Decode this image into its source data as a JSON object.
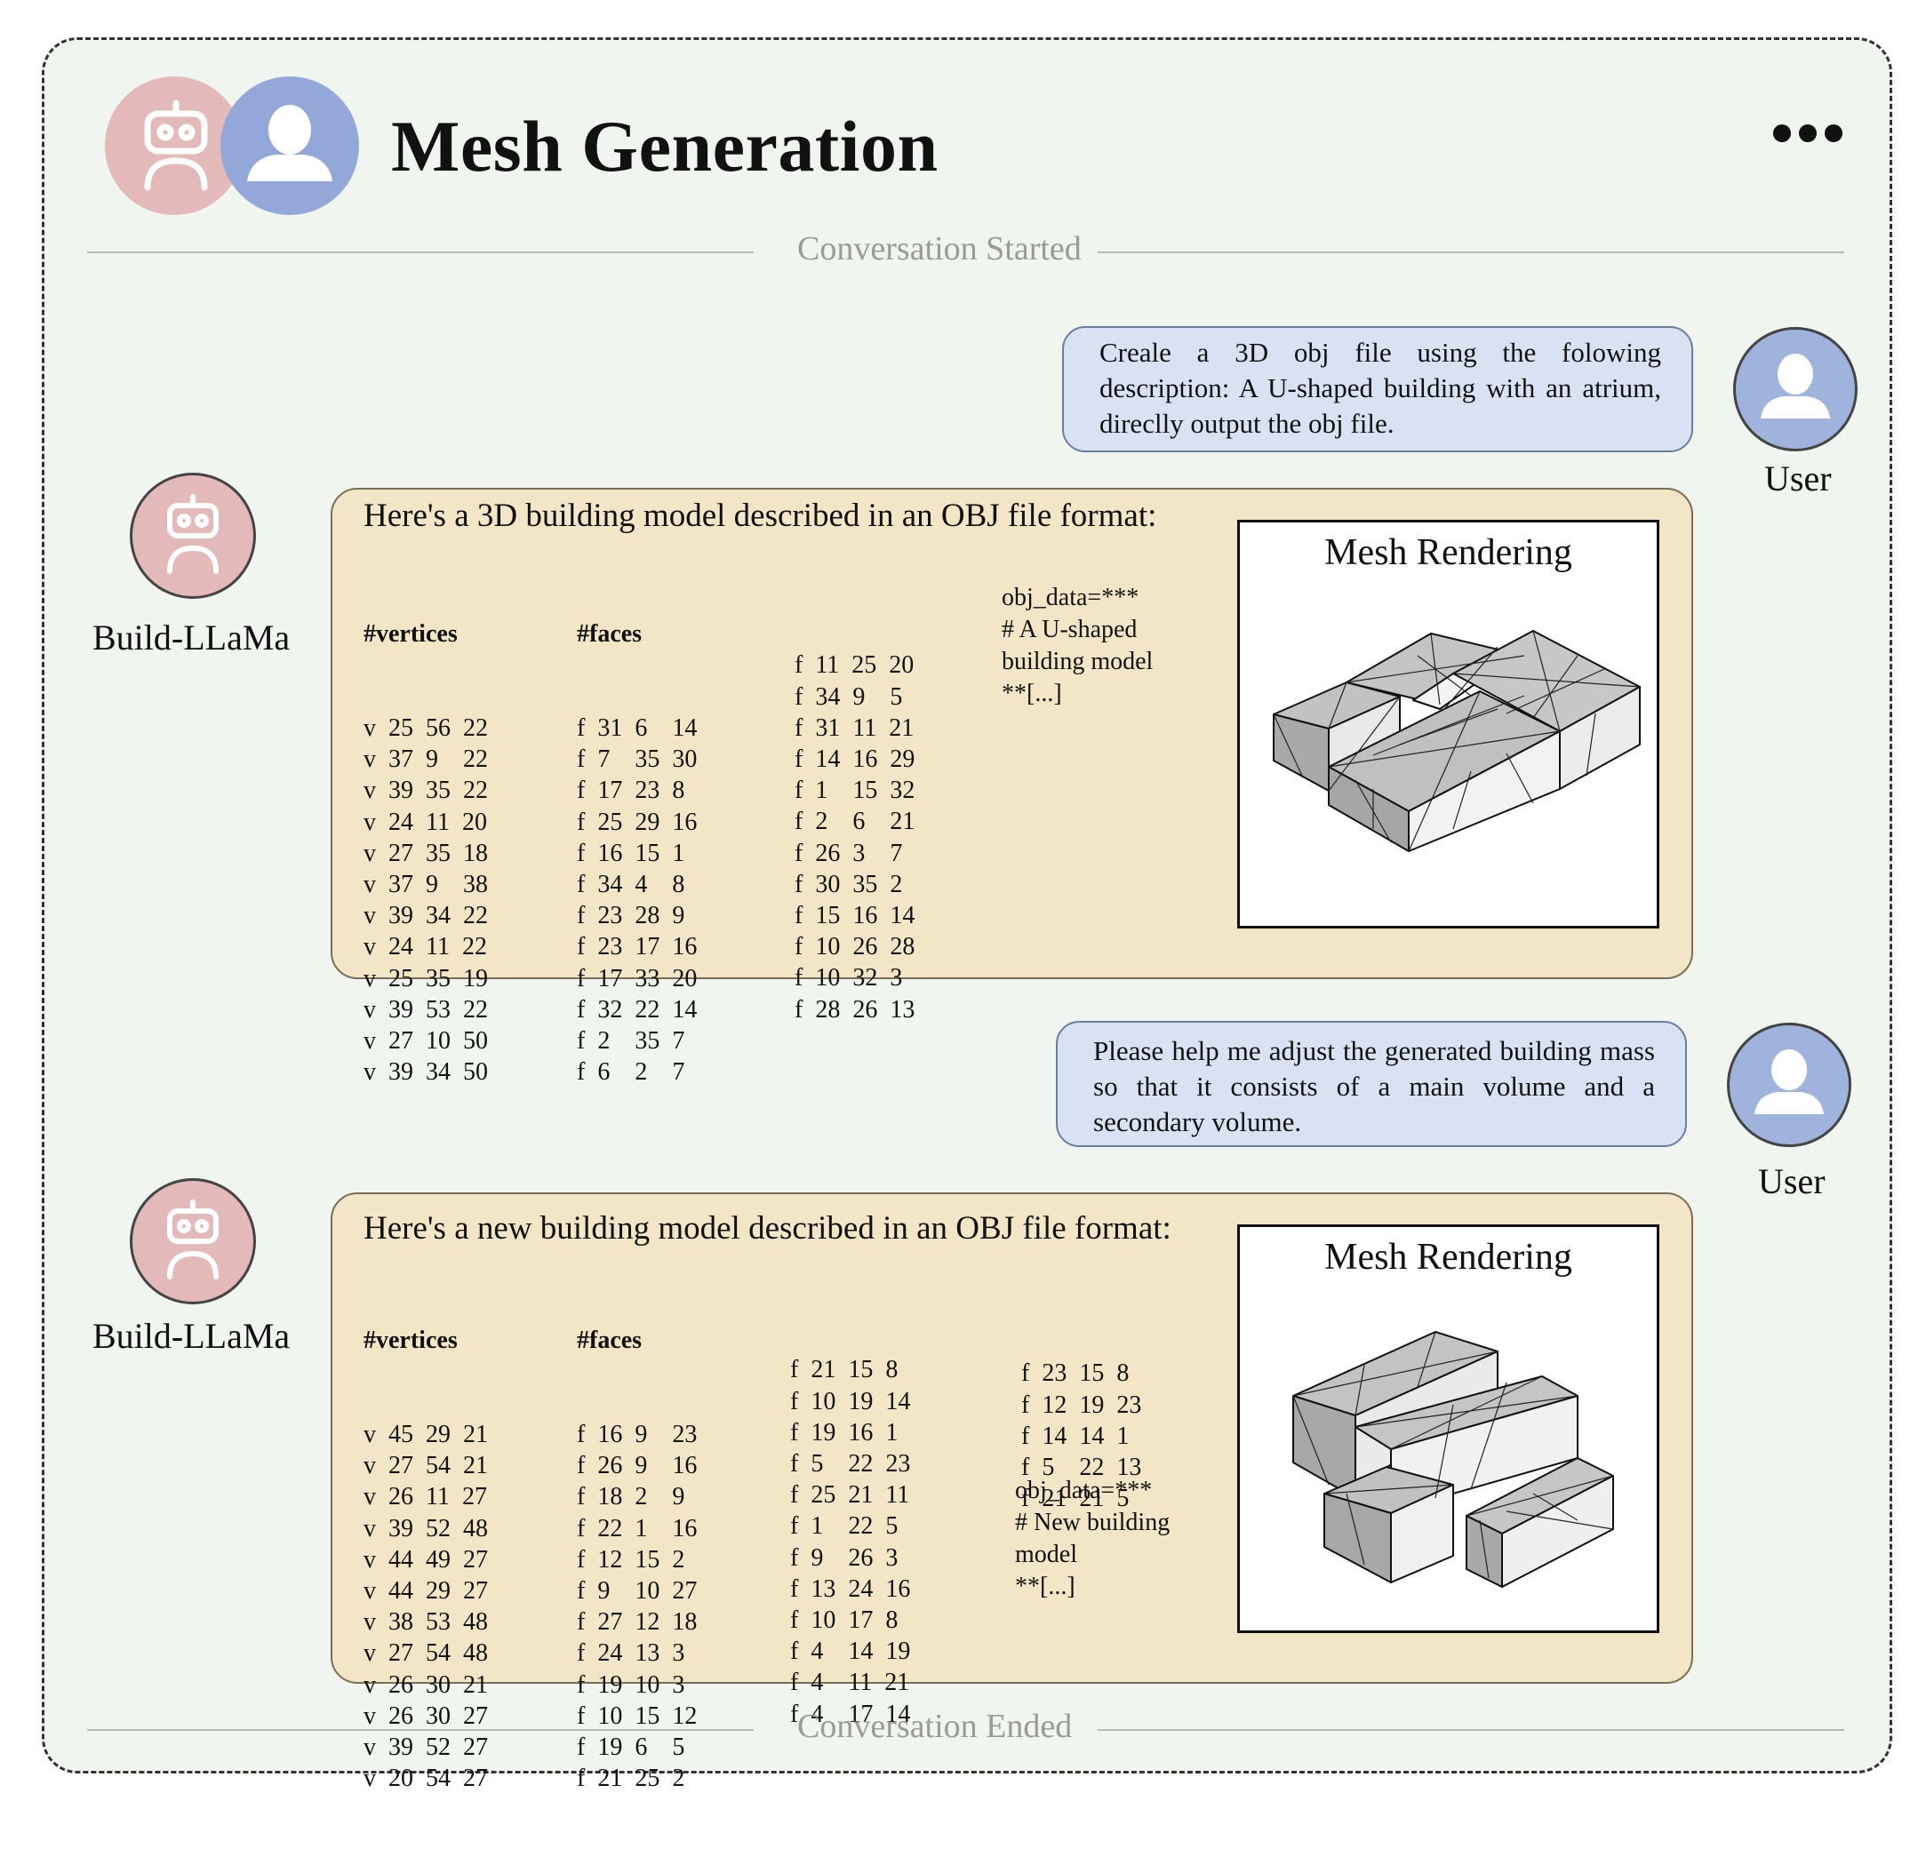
{
  "header": {
    "title": "Mesh Generation",
    "menu_icon": "more-horizontal-icon"
  },
  "dividers": {
    "start": "Conversation Started",
    "end": "Conversation Ended"
  },
  "colors": {
    "bot_avatar": "#e3b9ba",
    "user_avatar": "#93a8d8",
    "user_bubble": "#d8e2f3",
    "bot_bubble": "#f3e6c7",
    "background": "#f1f5ef"
  },
  "messages": [
    {
      "role": "user",
      "sender": "User",
      "text": "Creale a 3D obj file using the folowing description: A U-shaped building with an atrium, direclly output the obj file."
    },
    {
      "role": "assistant",
      "sender": "Build-LLaMa",
      "intro": "Here's a 3D building model described in an OBJ file format:",
      "vertices_header": "#vertices",
      "faces_header": "#faces",
      "vertices": [
        "v  25  56  22",
        "v  37  9    22",
        "v  39  35  22",
        "v  24  11  20",
        "v  27  35  18",
        "v  37  9    38",
        "v  39  34  22",
        "v  24  11  22",
        "v  25  35  19",
        "v  39  53  22",
        "v  27  10  50",
        "v  39  34  50"
      ],
      "faces_col1": [
        "f  31  6    14",
        "f  7    35  30",
        "f  17  23  8",
        "f  25  29  16",
        "f  16  15  1",
        "f  34  4    8",
        "f  23  28  9",
        "f  23  17  16",
        "f  17  33  20",
        "f  32  22  14",
        "f  2    35  7",
        "f  6    2    7"
      ],
      "faces_col2": [
        "f  11  25  20",
        "f  34  9    5",
        "f  31  11  21",
        "f  14  16  29",
        "f  1    15  32",
        "f  2    6    21",
        "f  26  3    7",
        "f  30  35  2",
        "f  15  16  14",
        "f  10  26  28",
        "f  10  32  3",
        "f  28  26  13"
      ],
      "faces_col3": [],
      "obj_note": [
        "obj_data=***",
        "#   A    U-shaped",
        "building model",
        "**[...]"
      ],
      "render_title": "Mesh Rendering"
    },
    {
      "role": "user",
      "sender": "User",
      "text": "Please help me adjust the generated building mass so that it consists of a main volume and a secondary volume."
    },
    {
      "role": "assistant",
      "sender": "Build-LLaMa",
      "intro": "Here's a new building model described in an OBJ file format:",
      "vertices_header": "#vertices",
      "faces_header": "#faces",
      "vertices": [
        "v  45  29  21",
        "v  27  54  21",
        "v  26  11  27",
        "v  39  52  48",
        "v  44  49  27",
        "v  44  29  27",
        "v  38  53  48",
        "v  27  54  48",
        "v  26  30  21",
        "v  26  30  27",
        "v  39  52  27",
        "v  20  54  27"
      ],
      "faces_col1": [
        "f  16  9    23",
        "f  26  9    16",
        "f  18  2    9",
        "f  22  1    16",
        "f  12  15  2",
        "f  9    10  27",
        "f  27  12  18",
        "f  24  13  3",
        "f  19  10  3",
        "f  10  15  12",
        "f  19  6    5",
        "f  21  25  2"
      ],
      "faces_col2": [
        "f  21  15  8",
        "f  10  19  14",
        "f  19  16  1",
        "f  5    22  23",
        "f  25  21  11",
        "f  1    22  5",
        "f  9    26  3",
        "f  13  24  16",
        "f  10  17  8",
        "f  4    14  19",
        "f  4    11  21",
        "f  4    17  14"
      ],
      "faces_col3": [
        "f  23  15  8",
        "f  12  19  23",
        "f  14  14  1",
        "f  5    22  13",
        "f  21  21  5"
      ],
      "obj_note": [
        "obj_data=***",
        "#  New   building",
        "model",
        "**[...]"
      ],
      "render_title": "Mesh Rendering"
    }
  ]
}
